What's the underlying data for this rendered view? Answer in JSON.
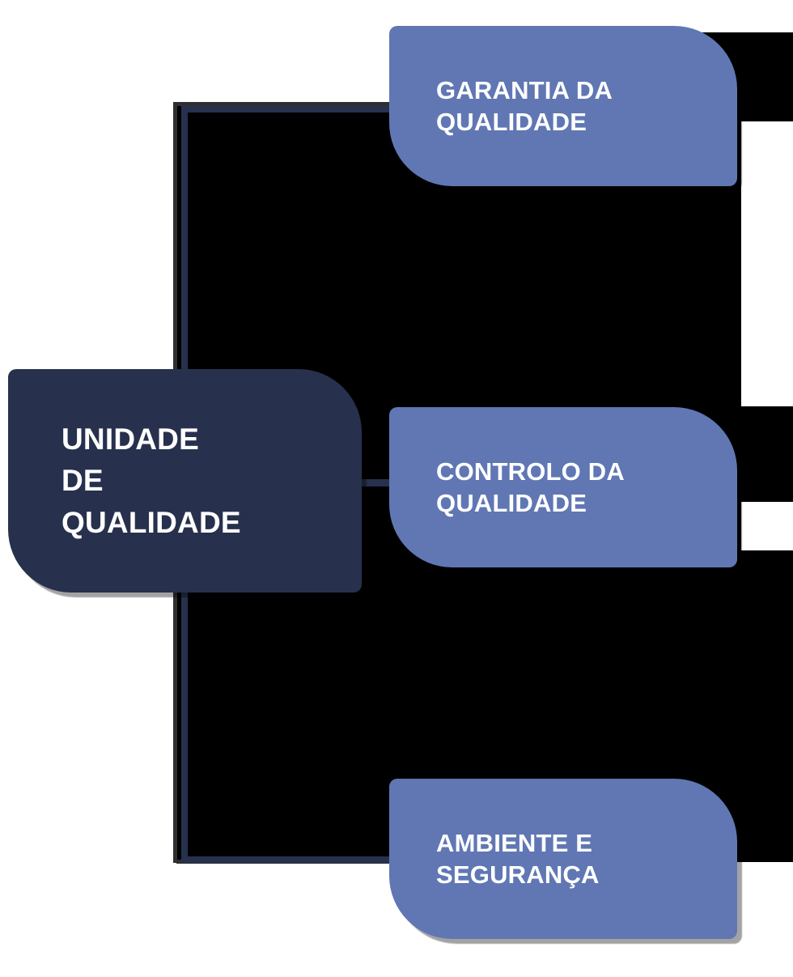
{
  "diagram": {
    "type": "org-chart",
    "orientation": "horizontal-tree",
    "language": "pt-PT",
    "colors": {
      "root_fill": "#27314d",
      "branch_fill": "#6077b4",
      "text": "#ffffff",
      "connector": "#27314d",
      "page_background": "#ffffff",
      "alpha_region": "#000000"
    },
    "root": {
      "id": "unidade-de-qualidade",
      "label": "UNIDADE\nDE\nQUALIDADE",
      "label_lines": [
        "UNIDADE",
        "DE",
        "QUALIDADE"
      ]
    },
    "branches": [
      {
        "id": "garantia-da-qualidade",
        "label": "GARANTIA DA\nQUALIDADE",
        "label_lines": [
          "GARANTIA DA",
          "QUALIDADE"
        ]
      },
      {
        "id": "controlo-da-qualidade",
        "label": "CONTROLO DA\nQUALIDADE",
        "label_lines": [
          "CONTROLO DA",
          "QUALIDADE"
        ]
      },
      {
        "id": "ambiente-e-seguranca",
        "label": "AMBIENTE E\nSEGURANÇA",
        "label_lines": [
          "AMBIENTE E",
          "SEGURANÇA"
        ]
      }
    ],
    "connectors": [
      {
        "id": "trunk",
        "from": "unidade-de-qualidade",
        "to": "bracket"
      },
      {
        "id": "arm-top",
        "from": "bracket",
        "to": "garantia-da-qualidade"
      },
      {
        "id": "arm-middle",
        "from": "unidade-de-qualidade",
        "to": "controlo-da-qualidade"
      },
      {
        "id": "arm-bottom",
        "from": "bracket",
        "to": "ambiente-e-seguranca"
      }
    ]
  }
}
